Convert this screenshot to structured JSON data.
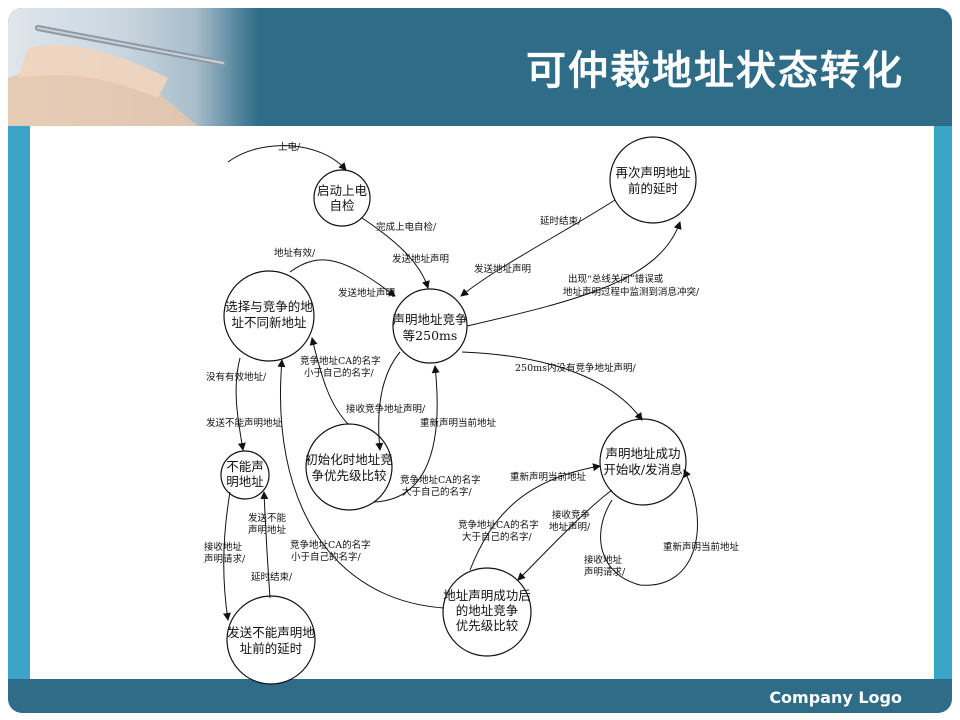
{
  "slide": {
    "title": "可仲裁地址状态转化",
    "footer_logo": "Company Logo",
    "colors": {
      "header": "#2e6c88",
      "frame": "#3ca4c6",
      "panel": "#ffffff"
    }
  },
  "diagram": {
    "states": {
      "power_check": [
        "启动上电",
        "自检"
      ],
      "claim_address": [
        "声明地址竞争",
        "等250ms"
      ],
      "delay_reclaim": [
        "再次声明地址",
        "前的延时"
      ],
      "select_new": [
        "选择与竞争的地",
        "址不同新地址"
      ],
      "cannot_claim": [
        "不能声",
        "明地址"
      ],
      "init_priority": [
        "初始化时地址竞",
        "争优先级比较"
      ],
      "claim_success": [
        "声明地址成功",
        "开始收/发消息"
      ],
      "post_priority": [
        "地址声明成功后",
        "的地址竞争",
        "优先级比较"
      ],
      "send_cannot_delay": [
        "发送不能声明地",
        "址前的延时"
      ]
    },
    "transitions": {
      "power_on": "上电/",
      "self_check_done": "完成上电自检/",
      "send_claim_1": "发送地址声明",
      "address_valid": "地址有效/",
      "send_claim_2": "发送地址声明",
      "delay_end_1": "延时结束/",
      "send_claim_3": "发送地址声明",
      "bus_off": [
        "出现“总线关闭”错误或",
        "地址声明过程中监测到消息冲突/"
      ],
      "no_claim_250": "250ms内没有竞争地址声明/",
      "ca_smaller_1": [
        "竞争地址CA的名字",
        "小于自己的名字/"
      ],
      "no_valid": "没有有效地址/",
      "send_cannot_1": "发送不能声明地址",
      "recv_claim_1": "接收竞争地址声明/",
      "reclaim_1": "重新声明当前地址",
      "ca_larger_1": [
        "竞争地址CA的名字",
        "大于自己的名字/"
      ],
      "reclaim_2": "重新声明当前地址",
      "send_cannot_2": [
        "发送不能",
        "声明地址"
      ],
      "recv_req_1": [
        "接收地址",
        "声明请求/"
      ],
      "ca_smaller_2": [
        "竞争地址CA的名字",
        "小于自己的名字/"
      ],
      "ca_larger_2": [
        "竞争地址CA的名字",
        "大于自己的名字/"
      ],
      "recv_claim_2": [
        "接收竞争",
        "地址声明/"
      ],
      "reclaim_3": "重新声明当前地址",
      "recv_req_2": [
        "接收地址",
        "声明请求/"
      ],
      "delay_end_2": "延时结束/"
    }
  }
}
